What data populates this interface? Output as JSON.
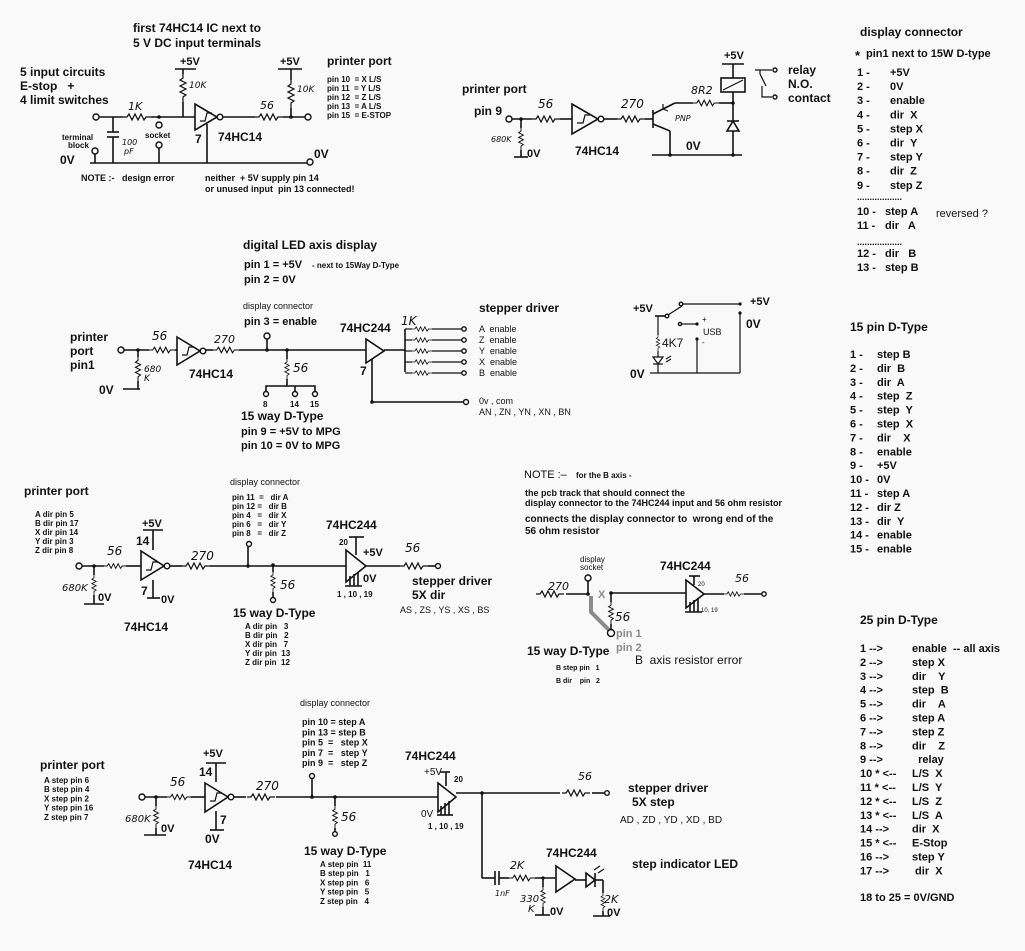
{
  "limit_switch_circuit": {
    "title_line1": "first 74HC14 IC next to",
    "title_line2": "5 V DC input terminals",
    "desc_line1": "5 input circuits",
    "desc_line2": "E-stop   +",
    "desc_line3": "4 limit switches",
    "supply1": "+5V",
    "supply2": "+5V",
    "r_pullup1": "10K",
    "r_pullup2": "10K",
    "r_input": "1K",
    "r_output": "56",
    "capacitor": "100 pF",
    "cap_line1": "100",
    "cap_line2": "pF",
    "terminal_block_line1": "terminal",
    "terminal_block_line2": "block",
    "socket": "socket",
    "ic": "74HC14",
    "pin7": "7",
    "ground_left": "0V",
    "ground_right": "0V",
    "printer_port_label": "printer port",
    "pins": [
      "pin 10  = X L/S",
      "pin 11  = Y L/S",
      "pin 12  = Z L/S",
      "pin 13  = A L/S",
      "pin 15  = E-STOP"
    ],
    "note": "NOTE :-   design error",
    "note_detail_line1": "neither  + 5V supply pin 14",
    "note_detail_line2": "or unused input  pin 13 connected!"
  },
  "relay_circuit": {
    "printer_port": "printer port",
    "pin": "pin 9",
    "r_in": "56",
    "r_pulldown": "680K",
    "ground_local": "0V",
    "ic": "74HC14",
    "r_base": "270",
    "transistor": "PNP",
    "r_collector": "8R2",
    "supply": "+5V",
    "ground": "0V",
    "relay_line1": "relay",
    "relay_line2": "N.O.",
    "relay_line3": "contact"
  },
  "display_connector_table": {
    "title": "display connector",
    "star": "*",
    "subtitle": "pin1 next to 15W D-type",
    "rows1": [
      {
        "pin": "1 -",
        "func": "+5V"
      },
      {
        "pin": "2 -",
        "func": "0V"
      },
      {
        "pin": "3 -",
        "func": "enable"
      },
      {
        "pin": "4 -",
        "func": "dir  X"
      },
      {
        "pin": "5 -",
        "func": "step X"
      },
      {
        "pin": "6 -",
        "func": "dir  Y"
      },
      {
        "pin": "7 -",
        "func": "step Y"
      },
      {
        "pin": "8 -",
        "func": "dir  Z"
      },
      {
        "pin": "9 -",
        "func": "step Z"
      }
    ],
    "separator": "..................",
    "rows2": [
      {
        "pin": "10 -",
        "func": "step A"
      },
      {
        "pin": "11 -",
        "func": "dir   A"
      }
    ],
    "reversed_note": "reversed ?",
    "rows3": [
      {
        "pin": "12 -",
        "func": "dir   B"
      },
      {
        "pin": "13 -",
        "func": "step B"
      }
    ]
  },
  "enable_circuit": {
    "title": "digital LED axis display",
    "pin1": "pin 1 = +5V",
    "pin1_note": "- next to 15Way D-Type",
    "pin2": "pin 2 = 0V",
    "display_connector": "display connector",
    "pin3": "pin 3 = enable",
    "printer_line1": "printer",
    "printer_line2": "port",
    "printer_line3": "pin1",
    "r_in": "56",
    "r_pulldown_line1": "680",
    "r_pulldown_line2": "K",
    "ground": "0V",
    "ic1": "74HC14",
    "r_mid": "270",
    "r_shunt": "56",
    "dtype_pins": [
      "8",
      "14",
      "15"
    ],
    "dtype_title": "15 way D-Type",
    "dtype_pin9": "pin 9 = +5V to MPG",
    "dtype_pin10": "pin 10 = 0V to MPG",
    "ic2": "74HC244",
    "ic2_pin": "7",
    "r_out": "1K",
    "stepper_driver": "stepper driver",
    "outputs": [
      "A  enable",
      "Z  enable",
      "Y  enable",
      "X  enable",
      "B  enable"
    ],
    "common_line1": "0v , com",
    "common_line2": "AN , ZN , YN , XN , BN"
  },
  "power_switch": {
    "supply_in": "+5V",
    "supply_out": "+5V",
    "ground_out": "0V",
    "r_led": "4K7",
    "usb": "USB",
    "usb_plus": "+",
    "usb_minus": "-",
    "ground": "0V"
  },
  "dtype15_table": {
    "title": "15 pin D-Type",
    "rows": [
      {
        "pin": "1 -",
        "func": "step B"
      },
      {
        "pin": "2 -",
        "func": "dir  B"
      },
      {
        "pin": "3 -",
        "func": "dir  A"
      },
      {
        "pin": "4 -",
        "func": "step  Z"
      },
      {
        "pin": "5 -",
        "func": "step  Y"
      },
      {
        "pin": "6 -",
        "func": "step  X"
      },
      {
        "pin": "7 -",
        "func": "dir    X"
      },
      {
        "pin": "8 -",
        "func": "enable"
      },
      {
        "pin": "9 -",
        "func": "+5V"
      },
      {
        "pin": "10 -",
        "func": "0V"
      },
      {
        "pin": "11 -",
        "func": "step A"
      },
      {
        "pin": "12 -",
        "func": "dir Z"
      },
      {
        "pin": "13 -",
        "func": "dir  Y"
      },
      {
        "pin": "14 -",
        "func": "enable"
      },
      {
        "pin": "15 -",
        "func": "enable"
      }
    ]
  },
  "dir_circuit": {
    "printer_port": "printer port",
    "pins": [
      "A dir pin 5",
      "B dir pin 17",
      "X dir pin 14",
      "Y dir pin 3",
      "Z dir pin 8"
    ],
    "supply": "+5V",
    "pin14": "14",
    "pin7": "7",
    "r_in": "56",
    "r_pulldown": "680K",
    "ground_local": "0V",
    "ground_ic": "0V",
    "ic1": "74HC14",
    "r_mid": "270",
    "display_connector": "display connector",
    "display_pins": [
      "pin 11  =   dir A",
      "pin 12 =   dir B",
      "pin 4   =   dir X",
      "pin 6   =   dir Y",
      "pin 8   =   dir Z"
    ],
    "r_shunt": "56",
    "dtype_title": "15 way D-Type",
    "dtype_pins": [
      "A dir pin   3",
      "B dir pin   2",
      "X dir pin   7",
      "Y dir pin  13",
      "Z dir pin  12"
    ],
    "ic2": "74HC244",
    "ic2_pin20": "20",
    "ic2_supply": "+5V",
    "ic2_ground": "0V",
    "ic2_pins": "1 , 10 , 19",
    "r_out": "56",
    "stepper_line1": "stepper driver",
    "stepper_line2": "5X dir",
    "stepper_line3": "AS , ZS , YS , XS , BS"
  },
  "b_axis_note": {
    "note_head": "NOTE :–",
    "note_head_rest": "for the B axis -",
    "line1": "the pcb track that should connect the",
    "line2": "display connector to the 74HC244 input and 56 ohm resistor",
    "line3": "connects the display connector to  wrong end of the",
    "line4": "56 ohm resistor",
    "socket_line1": "display",
    "socket_line2": "socket",
    "r_in": "270",
    "marker": "X",
    "r_shunt": "56",
    "pin1": "pin 1",
    "pin2": "pin 2",
    "ic": "74HC244",
    "ic_pin20": "20",
    "ic_pins": "10, 19",
    "r_out": "56",
    "dtype_title": "15 way D-Type",
    "dtype_pin1": "B step pin   1",
    "dtype_pin2": "B dir    pin   2",
    "caption": "B  axis resistor error"
  },
  "dtype25_table": {
    "title": "25 pin D-Type",
    "rows": [
      {
        "pin": "1 -->",
        "func": "enable  -- all axis"
      },
      {
        "pin": "2 -->",
        "func": "step X"
      },
      {
        "pin": "3 -->",
        "func": "dir    Y"
      },
      {
        "pin": "4 -->",
        "func": "step  B"
      },
      {
        "pin": "5 -->",
        "func": "dir    A"
      },
      {
        "pin": "6 -->",
        "func": "step A"
      },
      {
        "pin": "7 -->",
        "func": "step Z"
      },
      {
        "pin": "8 -->",
        "func": "dir    Z"
      },
      {
        "pin": "9 -->",
        "func": "  relay"
      },
      {
        "pin": "10 * <--",
        "func": "L/S  X"
      },
      {
        "pin": "11 * <--",
        "func": "L/S  Y"
      },
      {
        "pin": "12 * <--",
        "func": "L/S  Z"
      },
      {
        "pin": "13 * <--",
        "func": "L/S  A"
      },
      {
        "pin": "14 -->",
        "func": "dir  X"
      },
      {
        "pin": "15 * <--",
        "func": "E-Stop"
      },
      {
        "pin": "16 -->",
        "func": "step Y"
      },
      {
        "pin": "17 -->",
        "func": " dir  X"
      }
    ],
    "footer": "18 to 25 = 0V/GND"
  },
  "step_circuit": {
    "printer_port": "printer port",
    "pins": [
      "A step pin 6",
      "B step pin 4",
      "X step pin 2",
      "Y step pin 16",
      "Z step pin 7"
    ],
    "supply": "+5V",
    "pin14": "14",
    "pin7": "7",
    "r_in": "56",
    "r_pulldown": "680K",
    "ground_local": "0V",
    "ground_ic": "0V",
    "ic1": "74HC14",
    "r_mid": "270",
    "display_connector": "display connector",
    "display_pins": [
      "pin 10 = step A",
      "pin 13 = step B",
      "pin 5  =   step X",
      "pin 7  =   step Y",
      "pin 9  =   step Z"
    ],
    "r_shunt": "56",
    "dtype_title": "15 way D-Type",
    "dtype_pins": [
      "A step pin  11",
      "B step pin   1",
      "X step pin   6",
      "Y step pin   5",
      "Z step pin   4"
    ],
    "ic2": "74HC244",
    "ic2_supply": "+5V",
    "ic2_pin20": "20",
    "ic2_ground": "0V",
    "ic2_pins": "1 , 10 , 19",
    "r_out": "56",
    "stepper_line1": "stepper driver",
    "stepper_line2": "5X step",
    "stepper_line3": "AD , ZD , YD , XD , BD",
    "ic3": "74HC244",
    "cap": "1nF",
    "r_series": "2K",
    "r_pulldown2_line1": "330",
    "r_pulldown2_line2": "K",
    "ground2": "0V",
    "r_led": "2K",
    "ground3": "0V",
    "led_label": "step indicator LED"
  }
}
